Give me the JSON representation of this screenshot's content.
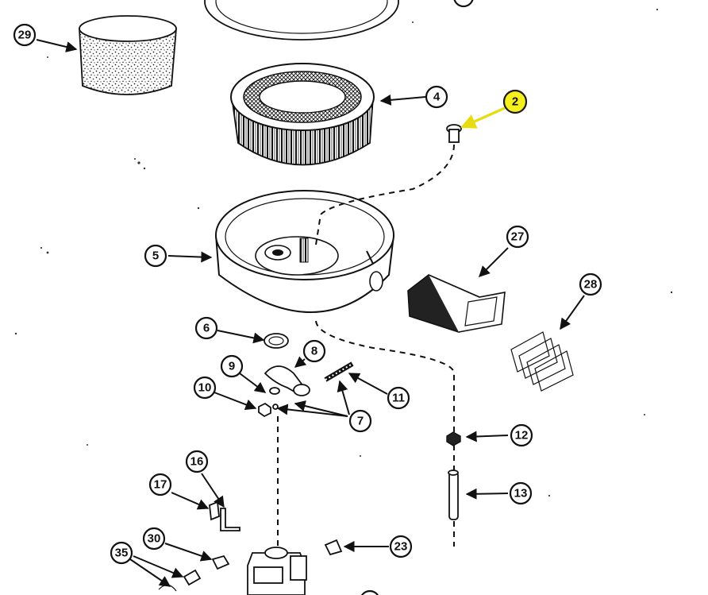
{
  "diagram": {
    "highlight_color": "#f6ef1e",
    "line_color": "#111111",
    "callouts": [
      {
        "id": "29",
        "label": "29"
      },
      {
        "id": "4",
        "label": "4"
      },
      {
        "id": "2",
        "label": "2",
        "highlighted": true
      },
      {
        "id": "5",
        "label": "5"
      },
      {
        "id": "27",
        "label": "27"
      },
      {
        "id": "28",
        "label": "28"
      },
      {
        "id": "6",
        "label": "6"
      },
      {
        "id": "8",
        "label": "8"
      },
      {
        "id": "9",
        "label": "9"
      },
      {
        "id": "10",
        "label": "10"
      },
      {
        "id": "11",
        "label": "11"
      },
      {
        "id": "7",
        "label": "7"
      },
      {
        "id": "12",
        "label": "12"
      },
      {
        "id": "13",
        "label": "13"
      },
      {
        "id": "16",
        "label": "16"
      },
      {
        "id": "17",
        "label": "17"
      },
      {
        "id": "30",
        "label": "30"
      },
      {
        "id": "23",
        "label": "23"
      },
      {
        "id": "35",
        "label": "35"
      }
    ]
  }
}
